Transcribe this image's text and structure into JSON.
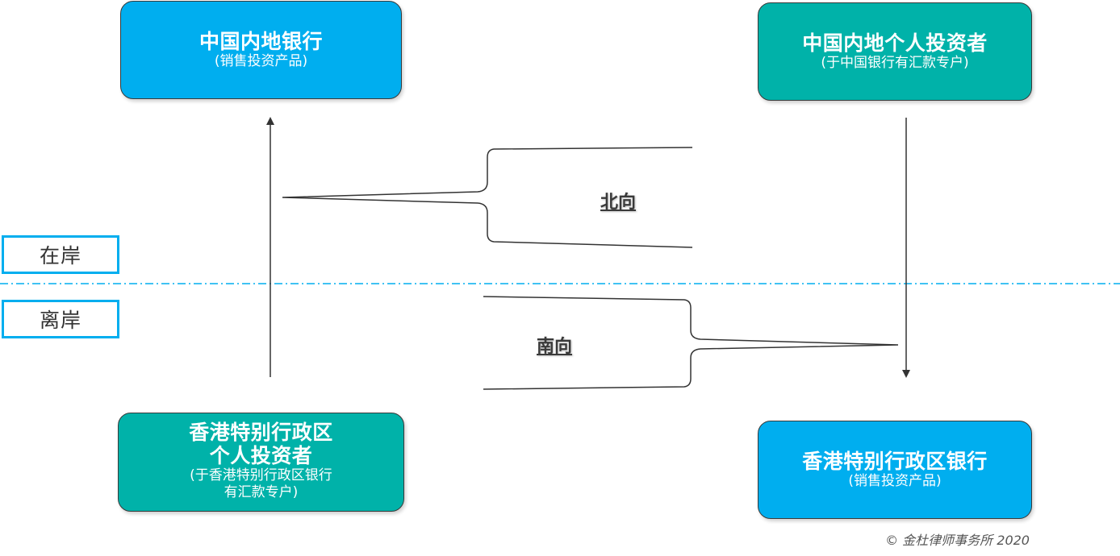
{
  "boxes": {
    "mainland_bank": {
      "title": "中国内地银行",
      "subtitle": "(销售投资产品)",
      "color": "#00AEEF"
    },
    "mainland_investor": {
      "title": "中国内地个人投资者",
      "subtitle": "(于中国银行有汇款专户)",
      "color": "#00B2A9"
    },
    "hk_investor": {
      "title_line1": "香港特别行政区",
      "title_line2": "个人投资者",
      "subtitle_line1": "(于香港特别行政区银行",
      "subtitle_line2": "有汇款专户)",
      "color": "#00B2A9"
    },
    "hk_bank": {
      "title": "香港特别行政区银行",
      "subtitle": "(销售投资产品)",
      "color": "#00AEEF"
    }
  },
  "regions": {
    "onshore": "在岸",
    "offshore": "离岸",
    "color": "#00AEEF"
  },
  "flows": {
    "northbound": "北向",
    "southbound": "南向"
  },
  "footer": {
    "copyright": "© 金杜律师事务所 2020"
  }
}
